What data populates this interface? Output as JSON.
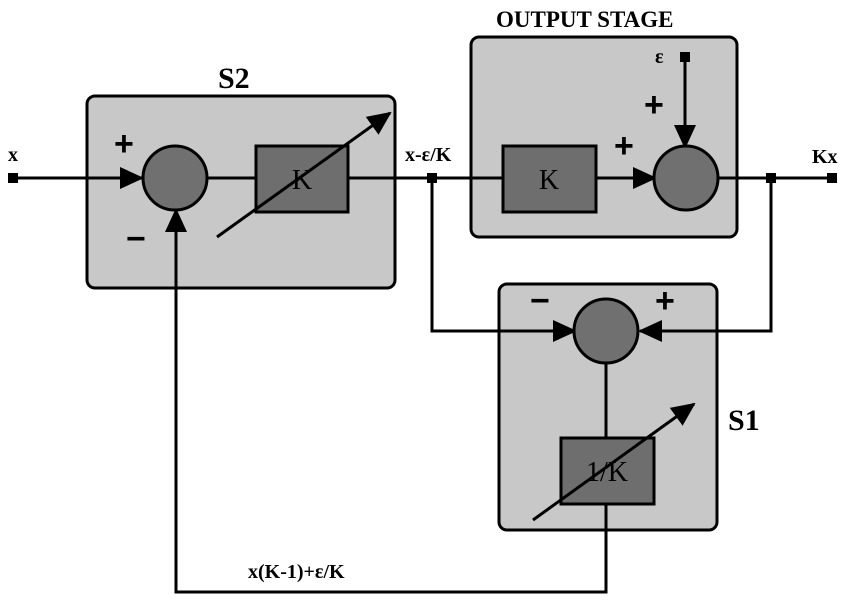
{
  "blocks": {
    "s2": {
      "title": "S2",
      "gain": "K"
    },
    "output_stage": {
      "title": "OUTPUT STAGE",
      "gain": "K"
    },
    "s1": {
      "title": "S1",
      "gain": "1/K"
    }
  },
  "signals": {
    "input": "x",
    "output": "Kx",
    "intermediate": "x-ε/K",
    "feedback": "x(K-1)+ε/K",
    "disturbance": "ε"
  },
  "signs": {
    "s2_plus": "+",
    "s2_minus": "−",
    "output_plus_left": "+",
    "output_plus_top": "+",
    "s1_minus": "−",
    "s1_plus": "+"
  },
  "colors": {
    "block_fill": "#c8c8c8",
    "gain_fill": "#6e6e6e",
    "summer_fill": "#707070",
    "line": "#000000"
  }
}
